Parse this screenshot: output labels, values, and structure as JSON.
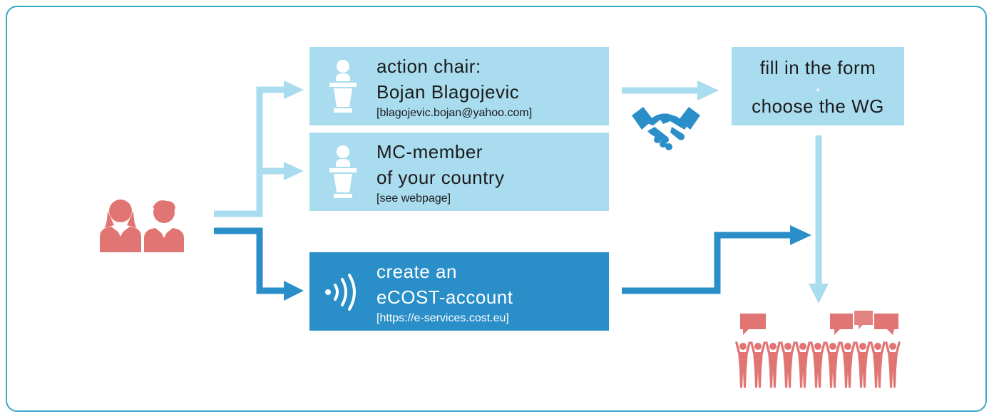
{
  "chair_box": {
    "line1": "action chair:",
    "line2": "Bojan Blagojevic",
    "small": "[blagojevic.bojan@yahoo.com]",
    "icon": "podium-icon"
  },
  "mc_box": {
    "line1": "MC-member",
    "line2": "of your country",
    "small": "[see webpage]",
    "icon": "podium-icon"
  },
  "ecost_box": {
    "line1": "create an",
    "line2": "eCOST-account",
    "small": "[https://e-services.cost.eu]",
    "icon": "wireless-signal-icon"
  },
  "form_box": {
    "line1": "fill in the form",
    "plus": "+",
    "line2": "choose the WG"
  },
  "icons": {
    "people": "two-people-icon",
    "handshake": "handshake-icon",
    "group": "crowd-with-speech-bubbles-icon"
  },
  "colors": {
    "light_blue": "#a9dcef",
    "dark_blue": "#2a8ec8",
    "border": "#3aa6c8",
    "coral": "#e07573",
    "handshake": "#2a8ec8"
  }
}
